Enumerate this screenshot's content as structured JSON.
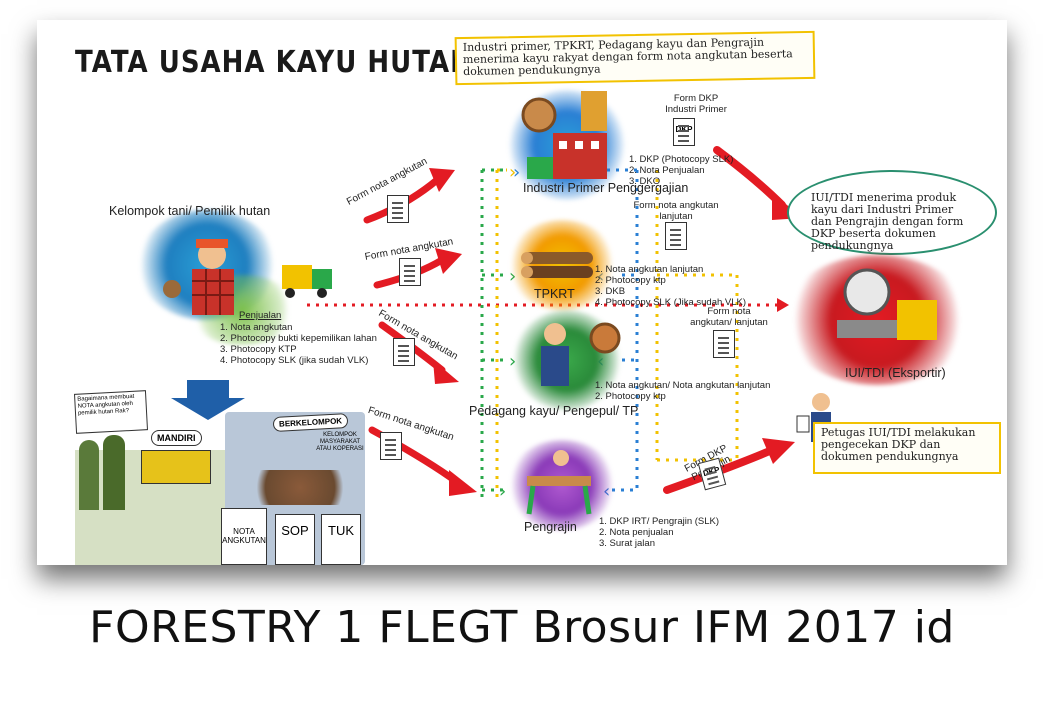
{
  "title": "TATA USAHA KAYU HUTAN RAKYAT",
  "note_top": "Industri primer, TPKRT, Pedagang kayu dan Pengrajin menerima kayu rakyat dengan form nota angkutan beserta dokumen pendukungnya",
  "bubble": "IUI/TDI menerima produk kayu dari Industri Primer dan Pengrajin dengan form DKP beserta dokumen pendukungnya",
  "note_right": "Petugas IUI/TDI melakukan pengecekan DKP dan dokumen pendukungnya",
  "nodes": {
    "kelompok": "Kelompok tani/ Pemilik hutan",
    "industri": "Industri Primer Penggergajian",
    "tpkrt": "TPKRT",
    "pedagang": "Pedagang kayu/ Pengepul/ TP",
    "pengrajin": "Pengrajin",
    "iui": "IUI/TDI (Eksportir)"
  },
  "form_labels": {
    "to_industri": "Form nota angkutan",
    "to_tpkrt": "Form nota angkutan",
    "to_pedagang": "Form nota angkutan",
    "to_pengrajin": "Form nota angkutan",
    "dkp_industri": "Form DKP Industri Primer",
    "nota_lanjutan": "Form nota angkutan lanjutan",
    "nota_lanjutan2": "Form nota angkutan/ lanjutan",
    "dkp_pengrajin": "Form DKP Pengrajin",
    "dkp_badge": "DKP"
  },
  "lists": {
    "penjualan_heading": "Penjualan",
    "penjualan": [
      "1. Nota angkutan",
      "2. Photocopy bukti kepemilikan lahan",
      "3. Photocopy KTP",
      "4. Photocopy SLK (jika sudah VLK)"
    ],
    "industri": [
      "1. DKP (Photocopy SLK)",
      "2. Nota Penjualan",
      "3. DKO"
    ],
    "tpkrt": [
      "1. Nota angkutan lanjutan",
      "2. Photocopy ktp",
      "3. DKB",
      "4. Photocopy SLK (Jika sudah VLK)"
    ],
    "pedagang": [
      "1. Nota angkutan/ Nota angkutan lanjutan",
      "2. Photocopy ktp"
    ],
    "pengrajin": [
      "1. DKP IRT/ Pengrajin (SLK)",
      "2. Nota penjualan",
      "3. Surat jalan"
    ]
  },
  "comic": {
    "question": "Bagaimana membuat NOTA angkutan oleh pemilik hutan Rak?",
    "mandiri": "MANDIRI",
    "berkelompok": "BERKELOMPOK",
    "kelompok": "KELOMPOK MASYARAKAT ATAU KOPERASI",
    "nota": "NOTA ANGKUTAN",
    "sop": "SOP",
    "tuk": "TUK"
  },
  "caption": "FORESTRY 1 FLEGT Brosur IFM 2017 id",
  "colors": {
    "arrow": "#e31b23",
    "dot_red": "#e31b23",
    "dot_yellow": "#f2c200",
    "dot_green": "#2aa84a",
    "dot_blue": "#2a7fd4"
  }
}
